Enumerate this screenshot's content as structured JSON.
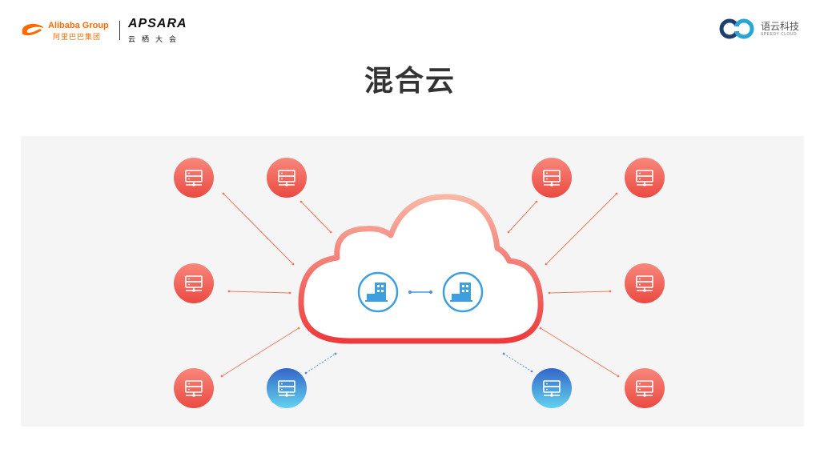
{
  "header": {
    "alibaba": {
      "name_en": "Alibaba Group",
      "name_cn": "阿里巴巴集团"
    },
    "apsara": {
      "name_en": "APSARA",
      "name_cn": "云栖大会"
    },
    "partner": {
      "name_cn": "语云科技",
      "name_en": "SPEEDY CLOUD"
    }
  },
  "title": "混合云",
  "diagram": {
    "cloud_icons": [
      "building-icon",
      "building-icon"
    ],
    "nodes": [
      {
        "id": "server-top-left-1",
        "kind": "server",
        "color": "red"
      },
      {
        "id": "server-top-left-2",
        "kind": "server",
        "color": "red"
      },
      {
        "id": "server-mid-left",
        "kind": "server",
        "color": "red"
      },
      {
        "id": "server-bottom-left-1",
        "kind": "server",
        "color": "red"
      },
      {
        "id": "server-bottom-left-2",
        "kind": "server",
        "color": "blue"
      },
      {
        "id": "server-top-right-1",
        "kind": "server",
        "color": "red"
      },
      {
        "id": "server-top-right-2",
        "kind": "server",
        "color": "red"
      },
      {
        "id": "server-mid-right",
        "kind": "server",
        "color": "red"
      },
      {
        "id": "server-bottom-right-1",
        "kind": "server",
        "color": "blue"
      },
      {
        "id": "server-bottom-right-2",
        "kind": "server",
        "color": "red"
      }
    ],
    "colors": {
      "red_top": "#f8877b",
      "red_bottom": "#ea4a42",
      "blue_top": "#3565c8",
      "blue_bottom": "#62d3ef",
      "cloud_top": "#f9b7a6",
      "cloud_bottom": "#ee3a3c",
      "building": "#3d9fe0",
      "line_red": "#f07a5e",
      "line_blue": "#5a8fd6"
    }
  }
}
